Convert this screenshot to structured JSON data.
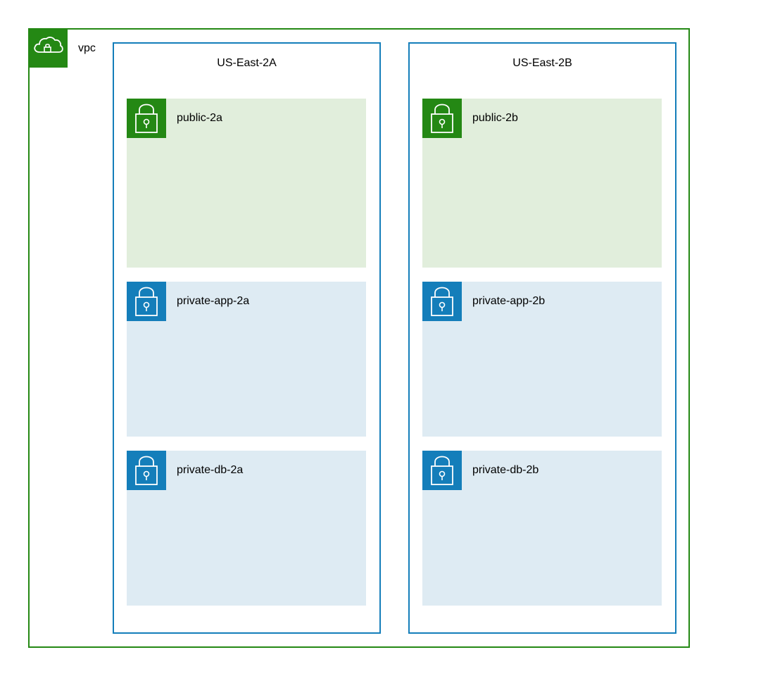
{
  "vpc": {
    "label": "vpc",
    "icon": "vpc-cloud-lock-icon",
    "color": "#248814"
  },
  "zones": [
    {
      "title": "US-East-2A",
      "border_color": "#147EBA",
      "subnets": [
        {
          "label": "public-2a",
          "kind": "public",
          "icon": "lock-icon"
        },
        {
          "label": "private-app-2a",
          "kind": "private",
          "icon": "lock-icon"
        },
        {
          "label": "private-db-2a",
          "kind": "private",
          "icon": "lock-icon"
        }
      ]
    },
    {
      "title": "US-East-2B",
      "border_color": "#147EBA",
      "subnets": [
        {
          "label": "public-2b",
          "kind": "public",
          "icon": "lock-icon"
        },
        {
          "label": "private-app-2b",
          "kind": "private",
          "icon": "lock-icon"
        },
        {
          "label": "private-db-2b",
          "kind": "private",
          "icon": "lock-icon"
        }
      ]
    }
  ],
  "colors": {
    "public_fill": "#E1EEDC",
    "public_icon": "#248814",
    "private_fill": "#DEEBF3",
    "private_icon": "#147EBA"
  }
}
